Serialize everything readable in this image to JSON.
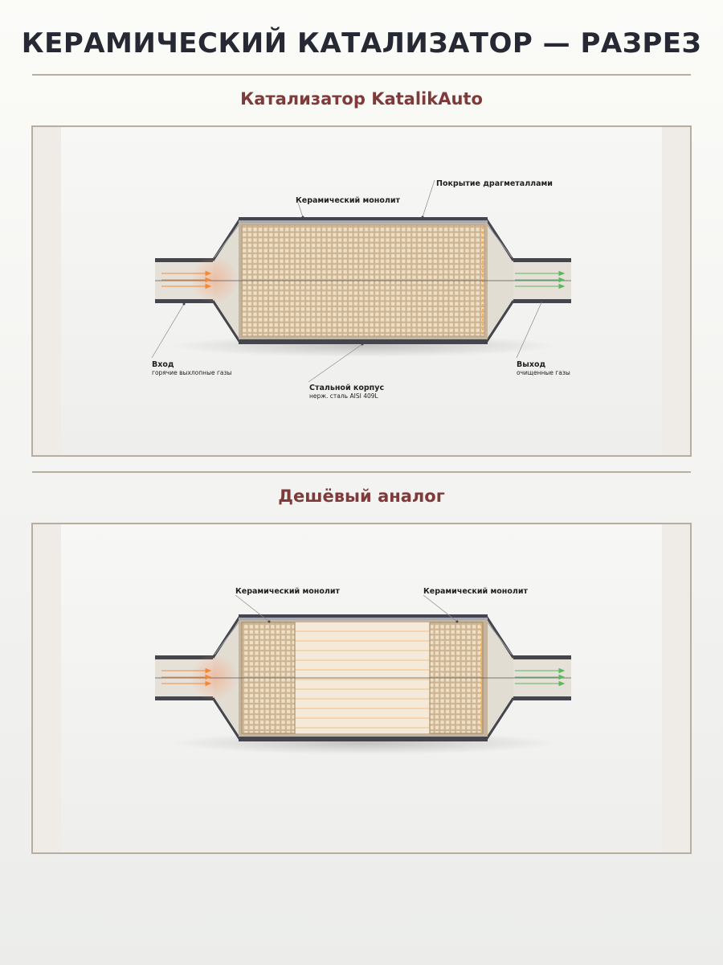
{
  "title": "КЕРАМИЧЕСКИЙ КАТАЛИЗАТОР — РАЗРЕЗ",
  "sections": [
    {
      "heading": "Катализатор KatalikAuto",
      "type": "full-monolith",
      "labels": {
        "monolith": "Керамический монолит",
        "coating": "Покрытие драгметаллами",
        "inlet_title": "Вход",
        "inlet_sub": "горячие выхлопные газы",
        "outlet_title": "Выход",
        "outlet_sub": "очищенные газы",
        "housing_title": "Стальной корпус",
        "housing_sub": "нерж. сталь AISI 409L"
      }
    },
    {
      "heading": "Дешёвый аналог",
      "type": "split-monolith",
      "labels": {
        "monolith_left": "Керамический монолит",
        "monolith_right": "Керамический монолит"
      }
    }
  ],
  "colors": {
    "heading": "#7f3a3a",
    "steel": "#45464d",
    "ceramic": "#e3c9a4",
    "inlet_arrow": "#f08a3a",
    "outlet_arrow": "#5cb85c"
  }
}
